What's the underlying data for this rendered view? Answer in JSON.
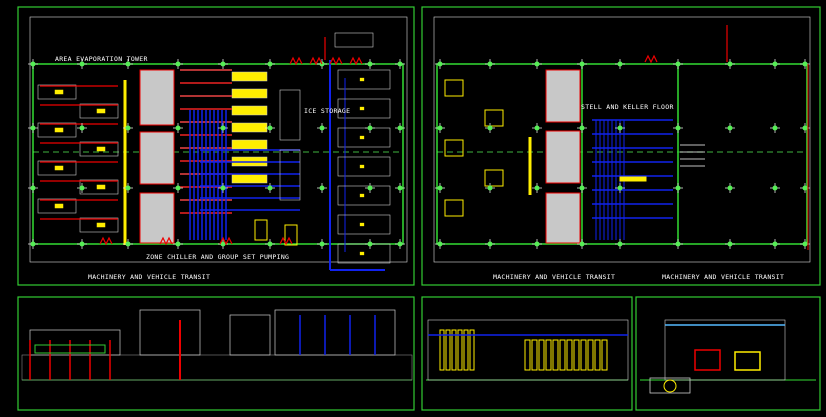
{
  "drawing": {
    "plan_left": {
      "label_evaporation": "AREA EVAPORATION TOWER",
      "label_ice_storage": "ICE STORAGE",
      "label_chiller": "ZONE CHILLER AND GROUP SET PUMPING",
      "label_transit": "MACHINERY AND VEHICLE TRANSIT"
    },
    "plan_right": {
      "label_floor": "STELL AND KELLER FLOOR",
      "label_transit_1": "MACHINERY AND VEHICLE TRANSIT",
      "label_transit_2": "MACHINERY AND VEHICLE TRANSIT"
    }
  },
  "colors": {
    "background": "#000000",
    "wall": "#33dd33",
    "pipe_hot": "#ee1111",
    "pipe_cold": "#1122ee",
    "equipment": "#ffee00",
    "slab": "#c8c8c8",
    "frame": "#33cc33"
  }
}
